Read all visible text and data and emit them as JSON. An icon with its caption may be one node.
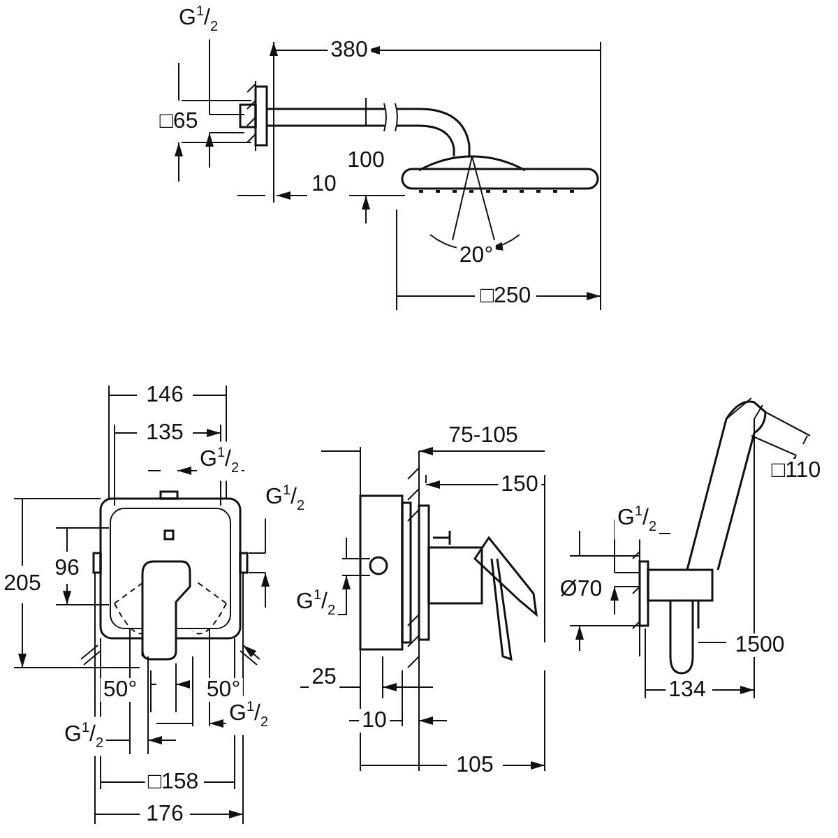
{
  "diagram": {
    "labels": [
      "G$^{1}$/$_{2}$",
      "380",
      "□65",
      "100",
      "10",
      "20°",
      "□250",
      "146",
      "135",
      "G$^{1}$/$_{2}$",
      "75-105",
      "G$^{1}$/$_{2}$",
      "150",
      "□110",
      "205",
      "96",
      "G$^{1}$/$_{2}$",
      "G$^{1}$/$_{2}$",
      "Ø70",
      "1500",
      "50°",
      "50°",
      "25",
      "G$^{1}$/$_{2}$",
      "G$^{1}$/$_{2}$",
      "10",
      "□158",
      "176",
      "105",
      "134"
    ]
  }
}
